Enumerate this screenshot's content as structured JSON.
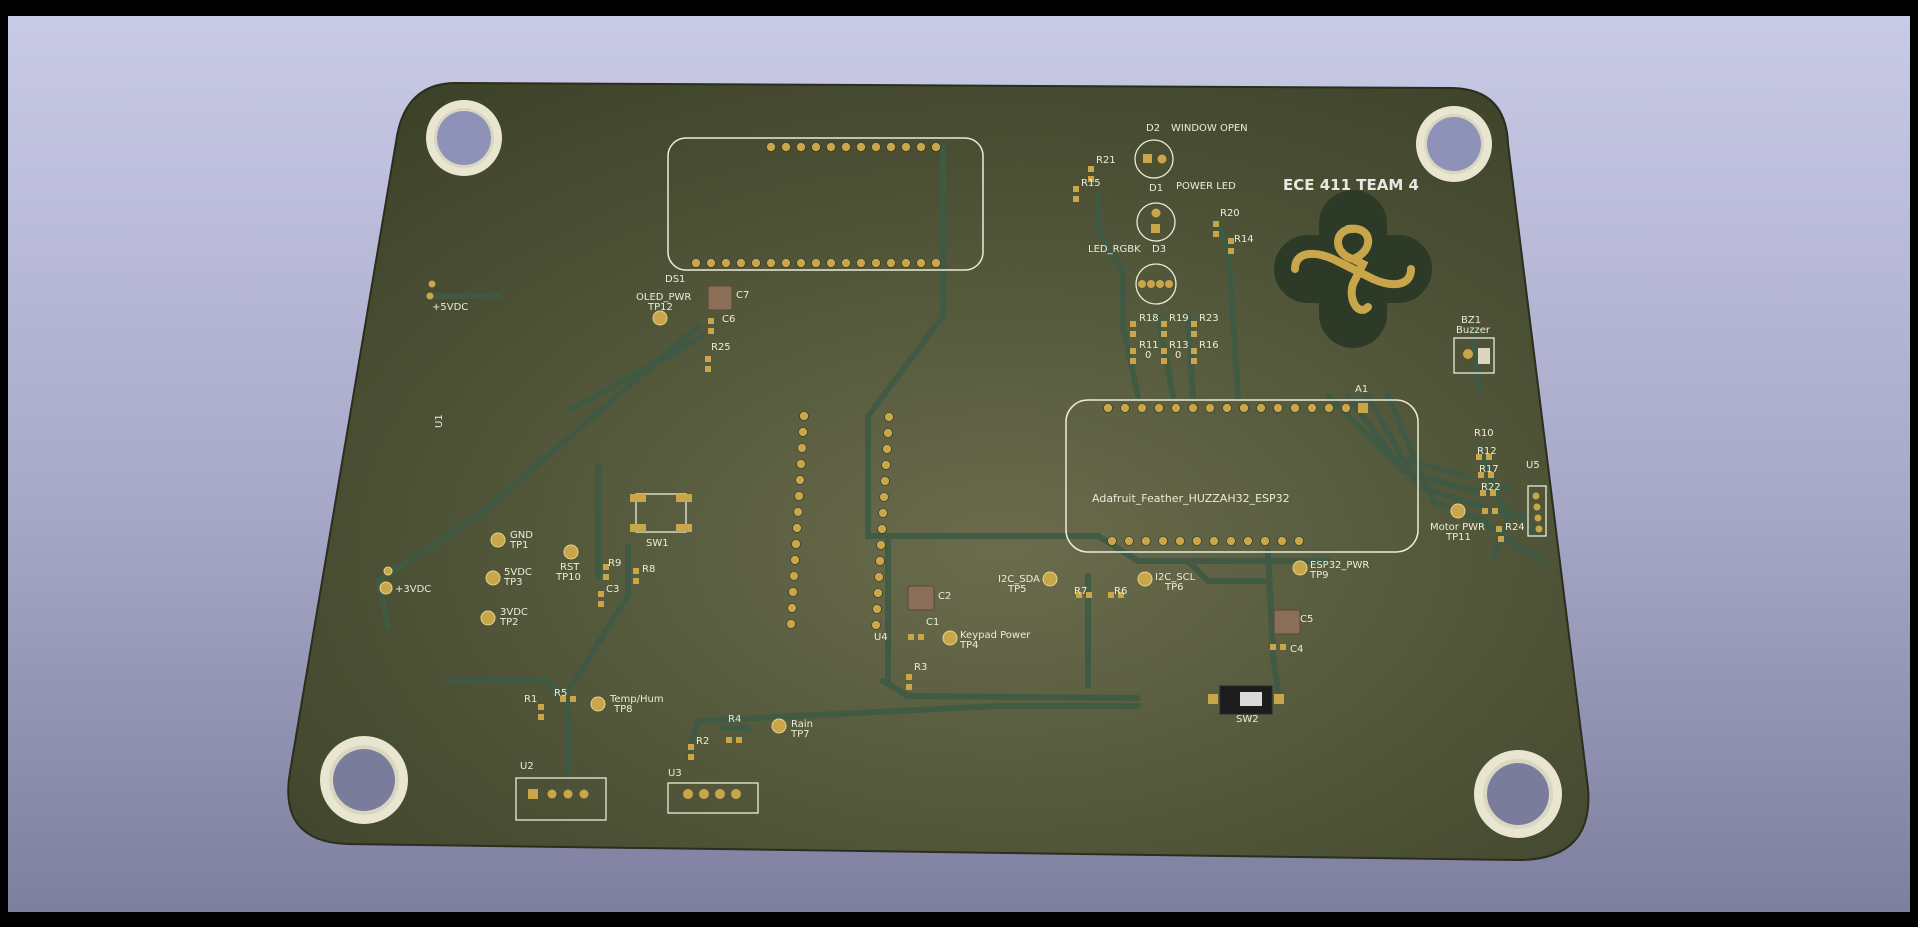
{
  "board": {
    "title": "ECE 411 TEAM 4",
    "colors": {
      "background_top": "#c9cae6",
      "background_bottom": "#7e7f9e",
      "soldermask": "#4a5034",
      "trace": "#3f5a45",
      "copper_pad": "#c9a64a",
      "silkscreen": "#ececd8"
    },
    "labels": [
      {
        "name": "ds1",
        "text": "DS1"
      },
      {
        "name": "c7",
        "text": "C7"
      },
      {
        "name": "oled-pwr",
        "text": "OLED_PWR"
      },
      {
        "name": "tp12",
        "text": "TP12"
      },
      {
        "name": "c6",
        "text": "C6"
      },
      {
        "name": "r25",
        "text": "R25"
      },
      {
        "name": "plus-5vdc",
        "text": "+5VDC"
      },
      {
        "name": "u1",
        "text": "U1"
      },
      {
        "name": "d2",
        "text": "D2"
      },
      {
        "name": "window-open",
        "text": "WINDOW OPEN"
      },
      {
        "name": "r21",
        "text": "R21"
      },
      {
        "name": "r15",
        "text": "R15"
      },
      {
        "name": "d1",
        "text": "D1"
      },
      {
        "name": "power-led",
        "text": "POWER LED"
      },
      {
        "name": "r20",
        "text": "R20"
      },
      {
        "name": "r14",
        "text": "R14"
      },
      {
        "name": "led-rgbk",
        "text": "LED_RGBK"
      },
      {
        "name": "d3",
        "text": "D3"
      },
      {
        "name": "r18",
        "text": "R18"
      },
      {
        "name": "r19",
        "text": "R19"
      },
      {
        "name": "r23",
        "text": "R23"
      },
      {
        "name": "r11",
        "text": "R11"
      },
      {
        "name": "r11-val",
        "text": "0"
      },
      {
        "name": "r13",
        "text": "R13"
      },
      {
        "name": "r13-val",
        "text": "0"
      },
      {
        "name": "r16",
        "text": "R16"
      },
      {
        "name": "bz1",
        "text": "BZ1"
      },
      {
        "name": "buzzer",
        "text": "Buzzer"
      },
      {
        "name": "a1",
        "text": "A1"
      },
      {
        "name": "feather-name",
        "text": "Adafruit_Feather_HUZZAH32_ESP32"
      },
      {
        "name": "r10",
        "text": "R10"
      },
      {
        "name": "r12",
        "text": "R12"
      },
      {
        "name": "r17",
        "text": "R17"
      },
      {
        "name": "r22",
        "text": "R22"
      },
      {
        "name": "u5",
        "text": "U5"
      },
      {
        "name": "motor-pwr",
        "text": "Motor PWR"
      },
      {
        "name": "tp11",
        "text": "TP11"
      },
      {
        "name": "r24",
        "text": "R24"
      },
      {
        "name": "esp32-pwr",
        "text": "ESP32_PWR"
      },
      {
        "name": "tp9",
        "text": "TP9"
      },
      {
        "name": "i2c-sda",
        "text": "I2C_SDA"
      },
      {
        "name": "tp5",
        "text": "TP5"
      },
      {
        "name": "r7",
        "text": "R7"
      },
      {
        "name": "r6",
        "text": "R6"
      },
      {
        "name": "i2c-scl",
        "text": "I2C_SCL"
      },
      {
        "name": "tp6",
        "text": "TP6"
      },
      {
        "name": "c2",
        "text": "C2"
      },
      {
        "name": "c1",
        "text": "C1"
      },
      {
        "name": "u4",
        "text": "U4"
      },
      {
        "name": "keypad-power",
        "text": "Keypad Power"
      },
      {
        "name": "tp4",
        "text": "TP4"
      },
      {
        "name": "r3",
        "text": "R3"
      },
      {
        "name": "c5",
        "text": "C5"
      },
      {
        "name": "c4",
        "text": "C4"
      },
      {
        "name": "sw2",
        "text": "SW2"
      },
      {
        "name": "sw1",
        "text": "SW1"
      },
      {
        "name": "gnd",
        "text": "GND"
      },
      {
        "name": "tp1",
        "text": "TP1"
      },
      {
        "name": "rst",
        "text": "RST"
      },
      {
        "name": "tp10",
        "text": "TP10"
      },
      {
        "name": "r9",
        "text": "R9"
      },
      {
        "name": "r8",
        "text": "R8"
      },
      {
        "name": "c3",
        "text": "C3"
      },
      {
        "name": "5vdc",
        "text": "5VDC"
      },
      {
        "name": "tp3",
        "text": "TP3"
      },
      {
        "name": "3vdc",
        "text": "3VDC"
      },
      {
        "name": "tp2",
        "text": "TP2"
      },
      {
        "name": "plus-3vdc",
        "text": "+3VDC"
      },
      {
        "name": "r1",
        "text": "R1"
      },
      {
        "name": "r5",
        "text": "R5"
      },
      {
        "name": "temp-hum",
        "text": "Temp/Hum"
      },
      {
        "name": "tp8",
        "text": "TP8"
      },
      {
        "name": "u2",
        "text": "U2"
      },
      {
        "name": "r4",
        "text": "R4"
      },
      {
        "name": "r2",
        "text": "R2"
      },
      {
        "name": "rain",
        "text": "Rain"
      },
      {
        "name": "tp7",
        "text": "TP7"
      },
      {
        "name": "u3",
        "text": "U3"
      }
    ]
  }
}
